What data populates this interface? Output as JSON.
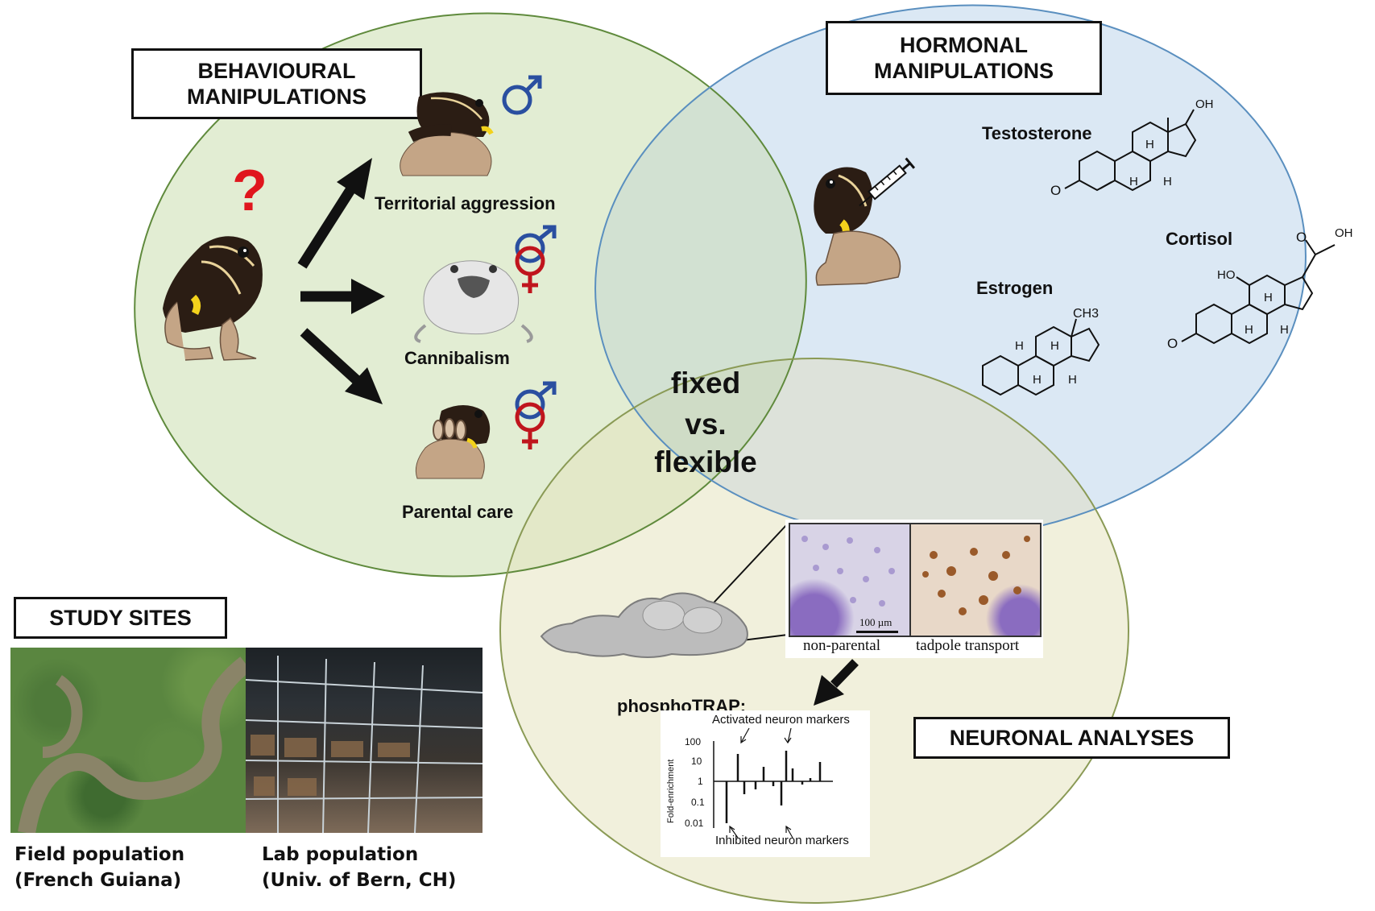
{
  "boxes": {
    "behavioural_line1": "BEHAVIOURAL",
    "behavioural_line2": "MANIPULATIONS",
    "hormonal_line1": "HORMONAL",
    "hormonal_line2": "MANIPULATIONS",
    "study_sites": "STUDY SITES",
    "neuronal": "NEURONAL ANALYSES"
  },
  "behaviour": {
    "question_mark": "?",
    "territorial": "Territorial aggression",
    "cannibalism": "Cannibalism",
    "parental": "Parental care"
  },
  "center": {
    "line1": "fixed",
    "line2": "vs.",
    "line3": "flexible"
  },
  "hormones": {
    "testosterone": "Testosterone",
    "estrogen": "Estrogen",
    "cortisol": "Cortisol",
    "oh": "OH",
    "ho": "HO",
    "ch3": "CH3",
    "h": "H",
    "o": "O"
  },
  "neuro": {
    "scale_bar": "100 µm",
    "panel_left": "non-parental",
    "panel_right": "tadpole transport",
    "phosphotrap": "phosphoTRAP:",
    "activated": "Activated neuron markers",
    "inhibited": "Inhibited neuron markers",
    "yaxis": "Fold-enrichment",
    "ticks": [
      "100",
      "10",
      "1",
      "0.1",
      "0.01"
    ]
  },
  "sites": {
    "field_line1": "Field population",
    "field_line2": "(French Guiana)",
    "lab_line1": "Lab population",
    "lab_line2": "(Univ. of Bern, CH)"
  },
  "colors": {
    "green_circle": "#e2edd3",
    "blue_circle": "#dbe8f4",
    "yellow_circle": "#f1f0dc",
    "male_symbol": "#2a4fa0",
    "female_symbol": "#c0151d",
    "question_mark": "#e0161d"
  }
}
